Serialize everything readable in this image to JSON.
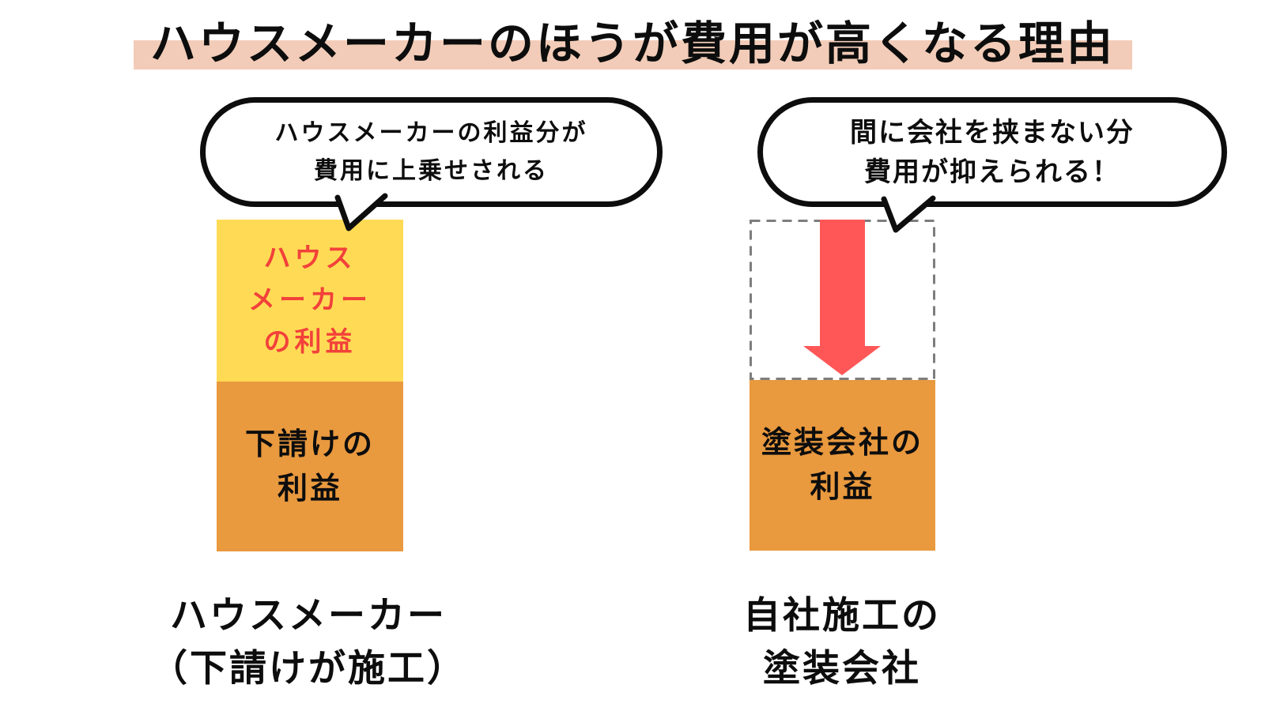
{
  "title": {
    "text": "ハウスメーカーのほうが費用が高くなる理由",
    "highlight_color": "#f2ccb8",
    "text_color": "#0d0d0d"
  },
  "colors": {
    "background": "#ffffff",
    "bubble_border": "#0d0d0d",
    "yellow_segment": "#ffdb55",
    "orange_segment": "#e9993e",
    "red_text": "#f2413a",
    "arrow_red": "#ff5757",
    "dashed_outline": "#7d7d7d"
  },
  "left": {
    "bubble": {
      "line1": "ハウスメーカーの利益分が",
      "line2": "費用に上乗せされる"
    },
    "bar": {
      "top_segment": {
        "label_lines": [
          "ハウス",
          "メーカー",
          "の利益"
        ],
        "color": "#ffdb55",
        "text_color": "#f2413a"
      },
      "bottom_segment": {
        "label_lines": [
          "下請けの",
          "利益"
        ],
        "color": "#e9993e",
        "text_color": "#0d0d0d"
      }
    },
    "caption": {
      "line1": "ハウスメーカー",
      "line2": "（下請けが施工）"
    }
  },
  "right": {
    "bubble": {
      "line1": "間に会社を挟まない分",
      "line2": "費用が抑えられる！"
    },
    "bar": {
      "removed_segment": {
        "style": "dashed-outline",
        "border_color": "#7d7d7d",
        "arrow": "down-arrow",
        "arrow_color": "#ff5757"
      },
      "bottom_segment": {
        "label_lines": [
          "塗装会社の",
          "利益"
        ],
        "color": "#e9993e",
        "text_color": "#0d0d0d"
      }
    },
    "caption": {
      "line1": "自社施工の",
      "line2": "塗装会社"
    }
  }
}
